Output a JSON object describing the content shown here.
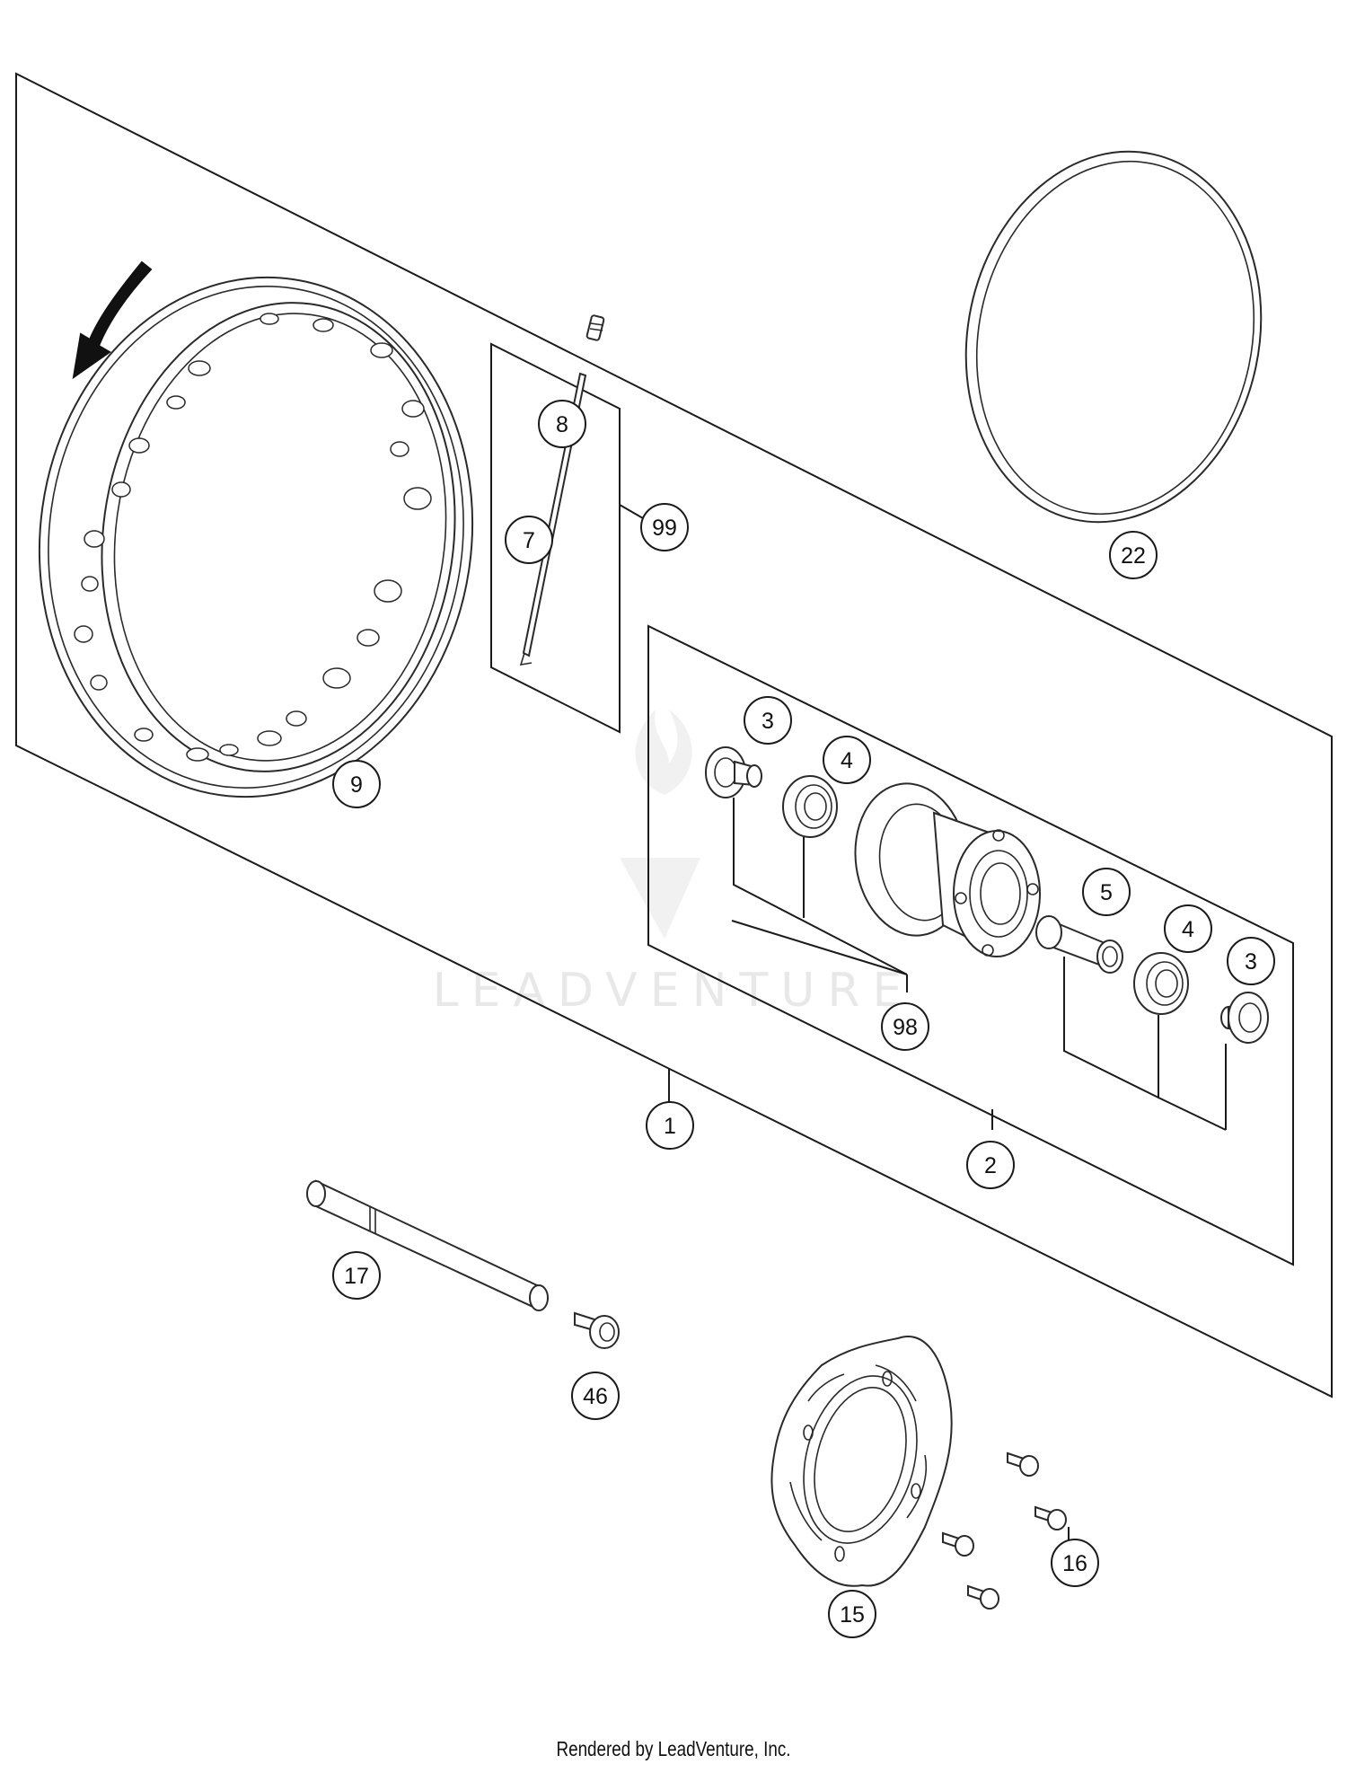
{
  "diagram": {
    "callouts": [
      {
        "id": "1",
        "label": "1"
      },
      {
        "id": "2",
        "label": "2"
      },
      {
        "id": "3a",
        "label": "3"
      },
      {
        "id": "3b",
        "label": "3"
      },
      {
        "id": "4a",
        "label": "4"
      },
      {
        "id": "4b",
        "label": "4"
      },
      {
        "id": "5",
        "label": "5"
      },
      {
        "id": "7",
        "label": "7"
      },
      {
        "id": "8",
        "label": "8"
      },
      {
        "id": "9",
        "label": "9"
      },
      {
        "id": "15",
        "label": "15"
      },
      {
        "id": "16",
        "label": "16"
      },
      {
        "id": "17",
        "label": "17"
      },
      {
        "id": "22",
        "label": "22"
      },
      {
        "id": "46",
        "label": "46"
      },
      {
        "id": "98",
        "label": "98"
      },
      {
        "id": "99",
        "label": "99"
      }
    ],
    "watermark": "LEADVENTURE"
  },
  "footer": {
    "text": "Rendered by LeadVenture, Inc."
  },
  "colors": {
    "line": "#1a1a1a",
    "watermark": "#e8e8e8",
    "background": "#ffffff"
  }
}
